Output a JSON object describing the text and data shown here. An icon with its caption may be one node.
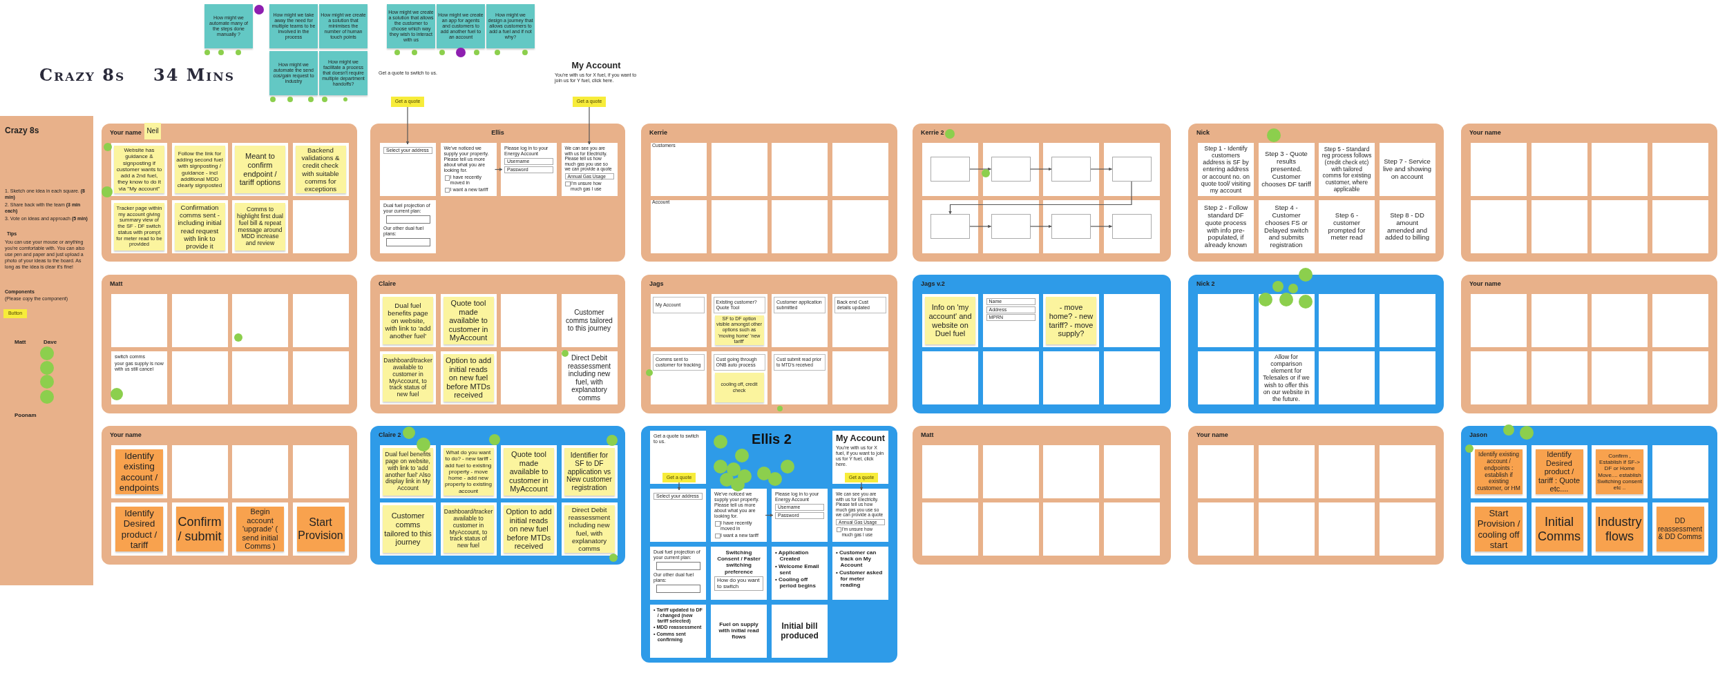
{
  "diagram": {
    "title": "Crazy 8s",
    "nodes": [
      {
        "text": [
          "Crazy 8s",
          "1. Sketch one idea in each square. **(8 min)**",
          "2. Share back with the team **(3 min each)**",
          "3. Vote on ideas and approach **(5 min)**",
          "Tips",
          "You can use your mouse or anything you're comfortable with. You can also use pen and paper and just upload a photo of your ideas to the board. As long as the idea is clear it's fine!",
          "Components",
          "(Please copy the component)",
          "Matt",
          "Dave",
          "Poonam"
        ]
      },
      {
        "text": [
          "Button"
        ],
        "in": 0
      },
      {
        "text": [
          "How might we automate many of the steps done manually ?"
        ]
      },
      {
        "text": [
          "How might we take away the need for multiple teams to be involved in the process"
        ]
      },
      {
        "text": [
          "How might we create a solution that minimises the number of human touch points"
        ]
      },
      {
        "text": [
          "How might we automate the send cos/gain request to industry"
        ]
      },
      {
        "text": [
          "How might we facilitate a process that doesn't require multiple department handoffs?"
        ]
      },
      {
        "text": [
          "How might we create a solution that allows the customer to choose which way they wish to interact with us"
        ]
      },
      {
        "text": [
          "How might we create an app for agents and customers to add another fuel to an account"
        ]
      },
      {
        "text": [
          "How might we design a journey that allows customers to add a fuel and if not why?"
        ]
      },
      {
        "text": [
          "Get a quote to switch to us."
        ]
      },
      {
        "text": [
          "Get a quote"
        ],
        "in": 10
      },
      {
        "text": [
          "My Account",
          "You're with us for X fuel, if you want to join us for Y fuel, click here."
        ]
      },
      {
        "text": [
          "Get a quote"
        ],
        "in": 12
      },
      {
        "text": [
          "Your name"
        ]
      },
      {
        "text": [
          "Neil"
        ],
        "in": 14
      },
      {
        "text": [
          "Website has guidance & signposting if customer wants to add a 2nd fuel, they know to do it via \"My account\""
        ],
        "in": 14
      },
      {
        "text": [
          "Follow the link for adding second fuel with signposting / guidance - incl additional MDD clearly signposted"
        ],
        "in": 14
      },
      {
        "text": [
          "Meant to confirm endpoint / tariff options"
        ],
        "in": 14
      },
      {
        "text": [
          "Backend validations & credit check with suitable comms for exceptions"
        ],
        "in": 14
      },
      {
        "text": [
          "Tracker page within my account giving summary view of the SF - DF switch status with prompt for meter read to be provided"
        ],
        "in": 14
      },
      {
        "text": [
          "Confirmation comms sent - including initial read request with link to provide it"
        ],
        "in": 14
      },
      {
        "text": [
          "Comms to highlight first dual fuel bill & repeat message around MDD increase and review"
        ],
        "in": 14
      },
      {
        "text": [
          "Ellis"
        ]
      },
      {
        "text": [
          "Select your address"
        ],
        "in": 23
      },
      {
        "text": [
          "We've noticed we supply your property. Please tell us more about what you are looking for.",
          "I have recently moved in",
          "I want a new tariff"
        ],
        "in": 23
      },
      {
        "text": [
          "Please log in to your Energy Account",
          "Username",
          "Password"
        ],
        "in": 23
      },
      {
        "text": [
          "We can see you are with us for Electricity. Please tell us how much gas you use so we can provide a quote",
          "Annual Gas Usage",
          "I'm unsure how much gas I use"
        ],
        "in": 23
      },
      {
        "text": [
          "Dual fuel projection of your current plan:",
          "Our other dual fuel plans:"
        ],
        "in": 23
      },
      {
        "text": [
          "Kerrie"
        ]
      },
      {
        "text": [
          "Kerrie 2"
        ]
      },
      {
        "text": [],
        "shape": "box",
        "in": 30
      },
      {
        "text": [],
        "shape": "box",
        "in": 30
      },
      {
        "text": [],
        "shape": "box",
        "in": 30
      },
      {
        "text": [],
        "shape": "box",
        "in": 30
      },
      {
        "text": [],
        "shape": "box",
        "in": 30
      },
      {
        "text": [],
        "shape": "box",
        "in": 30
      },
      {
        "text": [],
        "shape": "box",
        "in": 30
      },
      {
        "text": [],
        "shape": "box",
        "in": 30
      },
      {
        "text": [
          "Nick"
        ]
      },
      {
        "text": [
          "Step 1 - Identify customers address is SF by entering address or account no. on quote tool/ visiting my account"
        ],
        "in": 39
      },
      {
        "text": [
          "Step 3 - Quote results presented. Customer chooses DF tariff"
        ],
        "in": 39
      },
      {
        "text": [
          "Step 5 - Standard reg process follows (credit check etc) with tailored comms for existing customer, where applicable"
        ],
        "in": 39
      },
      {
        "text": [
          "Step 7 - Service live and showing on account"
        ],
        "in": 39
      },
      {
        "text": [
          "Step 2 - Follow standard DF quote process with info pre-populated, if already known"
        ],
        "in": 39
      },
      {
        "text": [
          "Step 4 - Customer chooses FS or Delayed switch and submits registration"
        ],
        "in": 39
      },
      {
        "text": [
          "Step 6 - customer prompted for meter read"
        ],
        "in": 39
      },
      {
        "text": [
          "Step 8 - DD amount amended and added to billing"
        ],
        "in": 39
      },
      {
        "text": [
          "Your name"
        ]
      },
      {
        "text": [
          "Matt"
        ]
      },
      {
        "text": [
          "switch comms",
          "your gas supply is now with us still cancel"
        ],
        "in": 49
      },
      {
        "text": [
          "Claire"
        ]
      },
      {
        "text": [
          "Dual fuel benefits page on website, with link to 'add another fuel'"
        ],
        "in": 51
      },
      {
        "text": [
          "Quote tool made available to customer in MyAccount"
        ],
        "in": 51
      },
      {
        "text": [
          "Customer comms tailored to this journey"
        ],
        "in": 51
      },
      {
        "text": [
          "Dashboard/tracker available to customer in MyAccount, to track status of new fuel"
        ],
        "in": 51
      },
      {
        "text": [
          "Option to add initial reads on new fuel before MTDs received"
        ],
        "in": 51
      },
      {
        "text": [
          "Direct Debit reassessment including new fuel, with explanatory comms"
        ],
        "in": 51
      },
      {
        "text": [
          "Jags"
        ]
      },
      {
        "text": [
          "My Account"
        ],
        "in": 58
      },
      {
        "text": [
          "Existing customer? Quote Tool"
        ],
        "in": 58
      },
      {
        "text": [
          "SF to DF option visible amongst other options such as 'moving home' 'new tariff'"
        ],
        "in": 58
      },
      {
        "text": [
          "Customer application submitted"
        ],
        "in": 58
      },
      {
        "text": [
          "Back end Cust details updated"
        ],
        "in": 58
      },
      {
        "text": [
          "Comms sent to customer for tracking"
        ],
        "in": 58
      },
      {
        "text": [
          "Cust going through ONB auto process"
        ],
        "in": 58
      },
      {
        "text": [
          "cooling off, credit check"
        ],
        "in": 58
      },
      {
        "text": [
          "Cust submit read prior to MTD's received"
        ],
        "in": 58
      },
      {
        "text": [
          "Jags v.2"
        ]
      },
      {
        "text": [
          "Info on 'my account' and website on Duel fuel"
        ],
        "in": 68
      },
      {
        "text": [
          "Name",
          "Address",
          "MPRN"
        ],
        "in": 68
      },
      {
        "text": [
          "- move home? - new tariff? - move supply?"
        ],
        "in": 68
      },
      {
        "text": [
          "Nick 2"
        ]
      },
      {
        "text": [
          "Allow for comparison element for Telesales or if we wish to offer this on our website in the future."
        ],
        "in": 72
      },
      {
        "text": [
          "Your name"
        ]
      },
      {
        "text": [
          "Your name"
        ]
      },
      {
        "text": [
          "Identify existing account / endpoints"
        ],
        "in": 75
      },
      {
        "text": [
          "Identify Desired product / tariff"
        ],
        "in": 75
      },
      {
        "text": [
          "Confirm / submit"
        ],
        "in": 75
      },
      {
        "text": [
          "Begin account 'upgrade' ( send initial Comms )"
        ],
        "in": 75
      },
      {
        "text": [
          "Start Provision"
        ],
        "in": 75
      },
      {
        "text": [
          "Claire 2"
        ]
      },
      {
        "text": [
          "Dual fuel benefits page on website, with link to 'add another fuel' Also display link in My Account"
        ],
        "in": 81
      },
      {
        "text": [
          "What do you want to do? - new tariff - add fuel to existing property - move home - add new property to existing account"
        ],
        "in": 81
      },
      {
        "text": [
          "Quote tool made available to customer in MyAccount"
        ],
        "in": 81
      },
      {
        "text": [
          "Identifier for SF to DF application vs New customer registration"
        ],
        "in": 81
      },
      {
        "text": [
          "Customer comms tailored to this journey"
        ],
        "in": 81
      },
      {
        "text": [
          "Dashboard/tracker available to customer in MyAccount, to track status of new fuel"
        ],
        "in": 81
      },
      {
        "text": [
          "Option to add initial reads on new fuel before MTDs received"
        ],
        "in": 81
      },
      {
        "text": [
          "Direct Debit reassessment including new fuel, with explanatory comms"
        ],
        "in": 81
      },
      {
        "text": [
          "Ellis 2"
        ]
      },
      {
        "text": [
          "Get a quote to switch to us."
        ],
        "in": 90
      },
      {
        "text": [
          "Get a quote"
        ],
        "in": 91
      },
      {
        "text": [
          "My Account",
          "You're with us for X fuel, if you want to join us for Y fuel, click here."
        ],
        "in": 90
      },
      {
        "text": [
          "Get a quote"
        ],
        "in": 93
      },
      {
        "text": [
          "Select your address"
        ],
        "in": 90
      },
      {
        "text": [
          "We've noticed we supply your property. Please tell us more about what you are looking for.",
          "I have recently moved in",
          "I want a new tariff"
        ],
        "in": 90
      },
      {
        "text": [
          "Please log in to your Energy Account",
          "Username",
          "Password"
        ],
        "in": 90
      },
      {
        "text": [
          "We can see you are with us for Electricity. Please tell us how much gas you use so we can provide a quote",
          "Annual Gas Usage",
          "I'm unsure how much gas I use"
        ],
        "in": 90
      },
      {
        "text": [
          "Dual fuel projection of your current plan:",
          "Our other dual fuel plans:"
        ],
        "in": 90
      },
      {
        "text": [
          "Switching Consent / Faster switching preference",
          "How do you want to switch"
        ],
        "in": 90
      },
      {
        "text": [
          "• Application Created",
          "• Welcome Email sent",
          "• Cooling off period begins"
        ],
        "in": 90
      },
      {
        "text": [
          "• Customer can track on My Account",
          "• Customer asked for meter reading"
        ],
        "in": 90
      },
      {
        "text": [
          "• Tariff updated to DF / changed (new tariff selected)",
          "• MDD reassessment",
          "• Comms sent confirming"
        ],
        "in": 90
      },
      {
        "text": [
          "Fuel on supply with initial read flows"
        ],
        "in": 90
      },
      {
        "text": [
          "Initial bill produced"
        ],
        "in": 90
      },
      {
        "text": [
          "Matt"
        ]
      },
      {
        "text": [
          "Your name"
        ]
      },
      {
        "text": [
          "Jason"
        ]
      },
      {
        "text": [
          "Identify existing account / endpoints : establish if existing customer, or HM"
        ],
        "in": 108
      },
      {
        "text": [
          "Identify Desired product / tariff : Quote etc...."
        ],
        "in": 108
      },
      {
        "text": [
          "Confirm , Establish if SF-> DF or Home Move.... establish Switching consent etc .."
        ],
        "in": 108
      },
      {
        "text": [
          "Start Provision / cooling off start"
        ],
        "in": 108
      },
      {
        "text": [
          "Initial Comms"
        ],
        "in": 108
      },
      {
        "text": [
          "Industry flows"
        ],
        "in": 108
      },
      {
        "text": [
          "DD reassessment & DD Comms"
        ],
        "in": 108
      }
    ],
    "edges": [
      {
        "from": 11,
        "to": 24,
        "arrow": "to"
      },
      {
        "from": 13,
        "to": 27,
        "arrow": "to"
      },
      {
        "from": 25,
        "to": 26,
        "arrow": "to"
      },
      {
        "from": 92,
        "to": 95,
        "arrow": "to"
      },
      {
        "from": 94,
        "to": 98,
        "arrow": "to"
      },
      {
        "from": 96,
        "to": 97,
        "arrow": "to"
      },
      {
        "from": 31,
        "to": 32,
        "arrow": "to"
      },
      {
        "from": 32,
        "to": 33,
        "arrow": "to"
      },
      {
        "from": 33,
        "to": 34,
        "arrow": "to"
      },
      {
        "from": 34,
        "to": 35,
        "arrow": "to"
      },
      {
        "from": 35,
        "to": 36,
        "arrow": "to"
      },
      {
        "from": 36,
        "to": 37,
        "arrow": "to"
      },
      {
        "from": 37,
        "to": 38,
        "arrow": "to"
      }
    ],
    "labels": [
      "34 Mins",
      "Customers",
      "Account"
    ]
  }
}
